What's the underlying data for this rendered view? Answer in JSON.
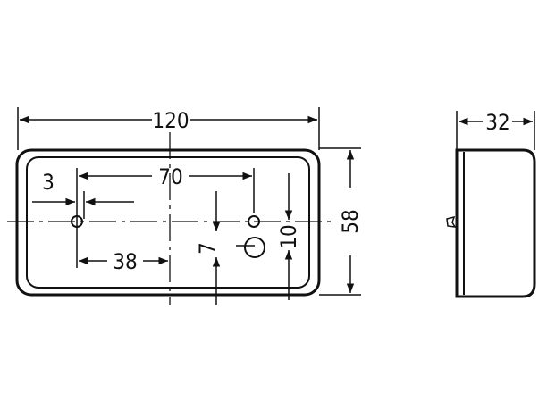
{
  "dimensions": {
    "width_overall": "120",
    "height_overall": "58",
    "depth": "32",
    "hole_spacing": "70",
    "left_offset": "3",
    "center_offset": "38",
    "right_offset": "10",
    "small_offset": "7"
  }
}
